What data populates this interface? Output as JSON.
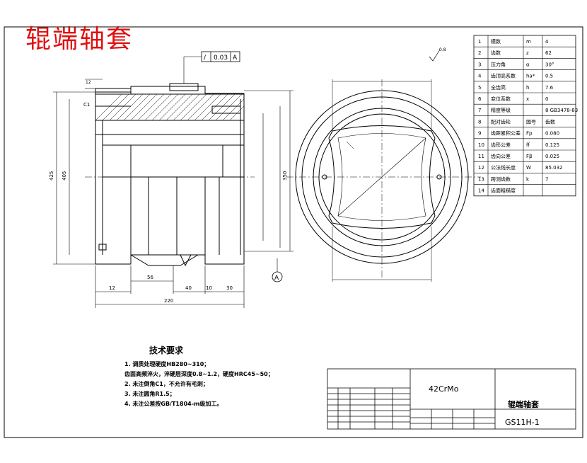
{
  "drawing_title": "辊端轴套",
  "tolerance_frame": {
    "symbol": "/",
    "value": "0.03",
    "datum": "A"
  },
  "datum_label": "A",
  "roughness_top": "0.8",
  "dims": {
    "d_h1": "12",
    "d_h2": "12",
    "d_h3": "56",
    "d_h4": "40",
    "d_h5": "10",
    "d_h6": "30",
    "d_h7": "220",
    "d_v1": "425",
    "d_v2": "405",
    "d_v3": "350",
    "d_c": "C1"
  },
  "params_table": [
    {
      "no": "1",
      "name": "模数",
      "sym": "m",
      "val": "4"
    },
    {
      "no": "2",
      "name": "齿数",
      "sym": "z",
      "val": "62"
    },
    {
      "no": "3",
      "name": "压力角",
      "sym": "α",
      "val": "30°"
    },
    {
      "no": "4",
      "name": "齿顶高系数",
      "sym": "ha*",
      "val": "0.5"
    },
    {
      "no": "5",
      "name": "全齿高",
      "sym": "h",
      "val": "7.6"
    },
    {
      "no": "6",
      "name": "变位系数",
      "sym": "x",
      "val": "0"
    },
    {
      "no": "7",
      "name": "精度等级",
      "sym": "",
      "val": "8 GB3478-83"
    },
    {
      "no": "8",
      "name": "配对齿轮",
      "sym": "图号",
      "val": "齿数"
    },
    {
      "no": "9",
      "name": "齿距累积公差",
      "sym": "Fp",
      "val": "0.080"
    },
    {
      "no": "10",
      "name": "齿形公差",
      "sym": "ff",
      "val": "0.125"
    },
    {
      "no": "11",
      "name": "齿向公差",
      "sym": "Fβ",
      "val": "0.025"
    },
    {
      "no": "12",
      "name": "公法线长度",
      "sym": "W",
      "val": "85.032"
    },
    {
      "no": "13",
      "name": "跨测齿数",
      "sym": "k",
      "val": "7"
    },
    {
      "no": "14",
      "name": "齿面粗糙度",
      "sym": "",
      "val": ""
    }
  ],
  "tech_requirements": {
    "title": "技术要求",
    "items": [
      "1. 调质处理硬度HB280~310；",
      "   齿面高频淬火，淬硬层深度0.8~1.2，硬度HRC45~50；",
      "2. 未注倒角C1，不允许有毛刺；",
      "3. 未注圆角R1.5；",
      "4. 未注公差按GB/T1804-m级加工。"
    ]
  },
  "title_block": {
    "material": "42CrMo",
    "part_name": "辊端轴套",
    "drawing_no": "GS11H-1"
  }
}
